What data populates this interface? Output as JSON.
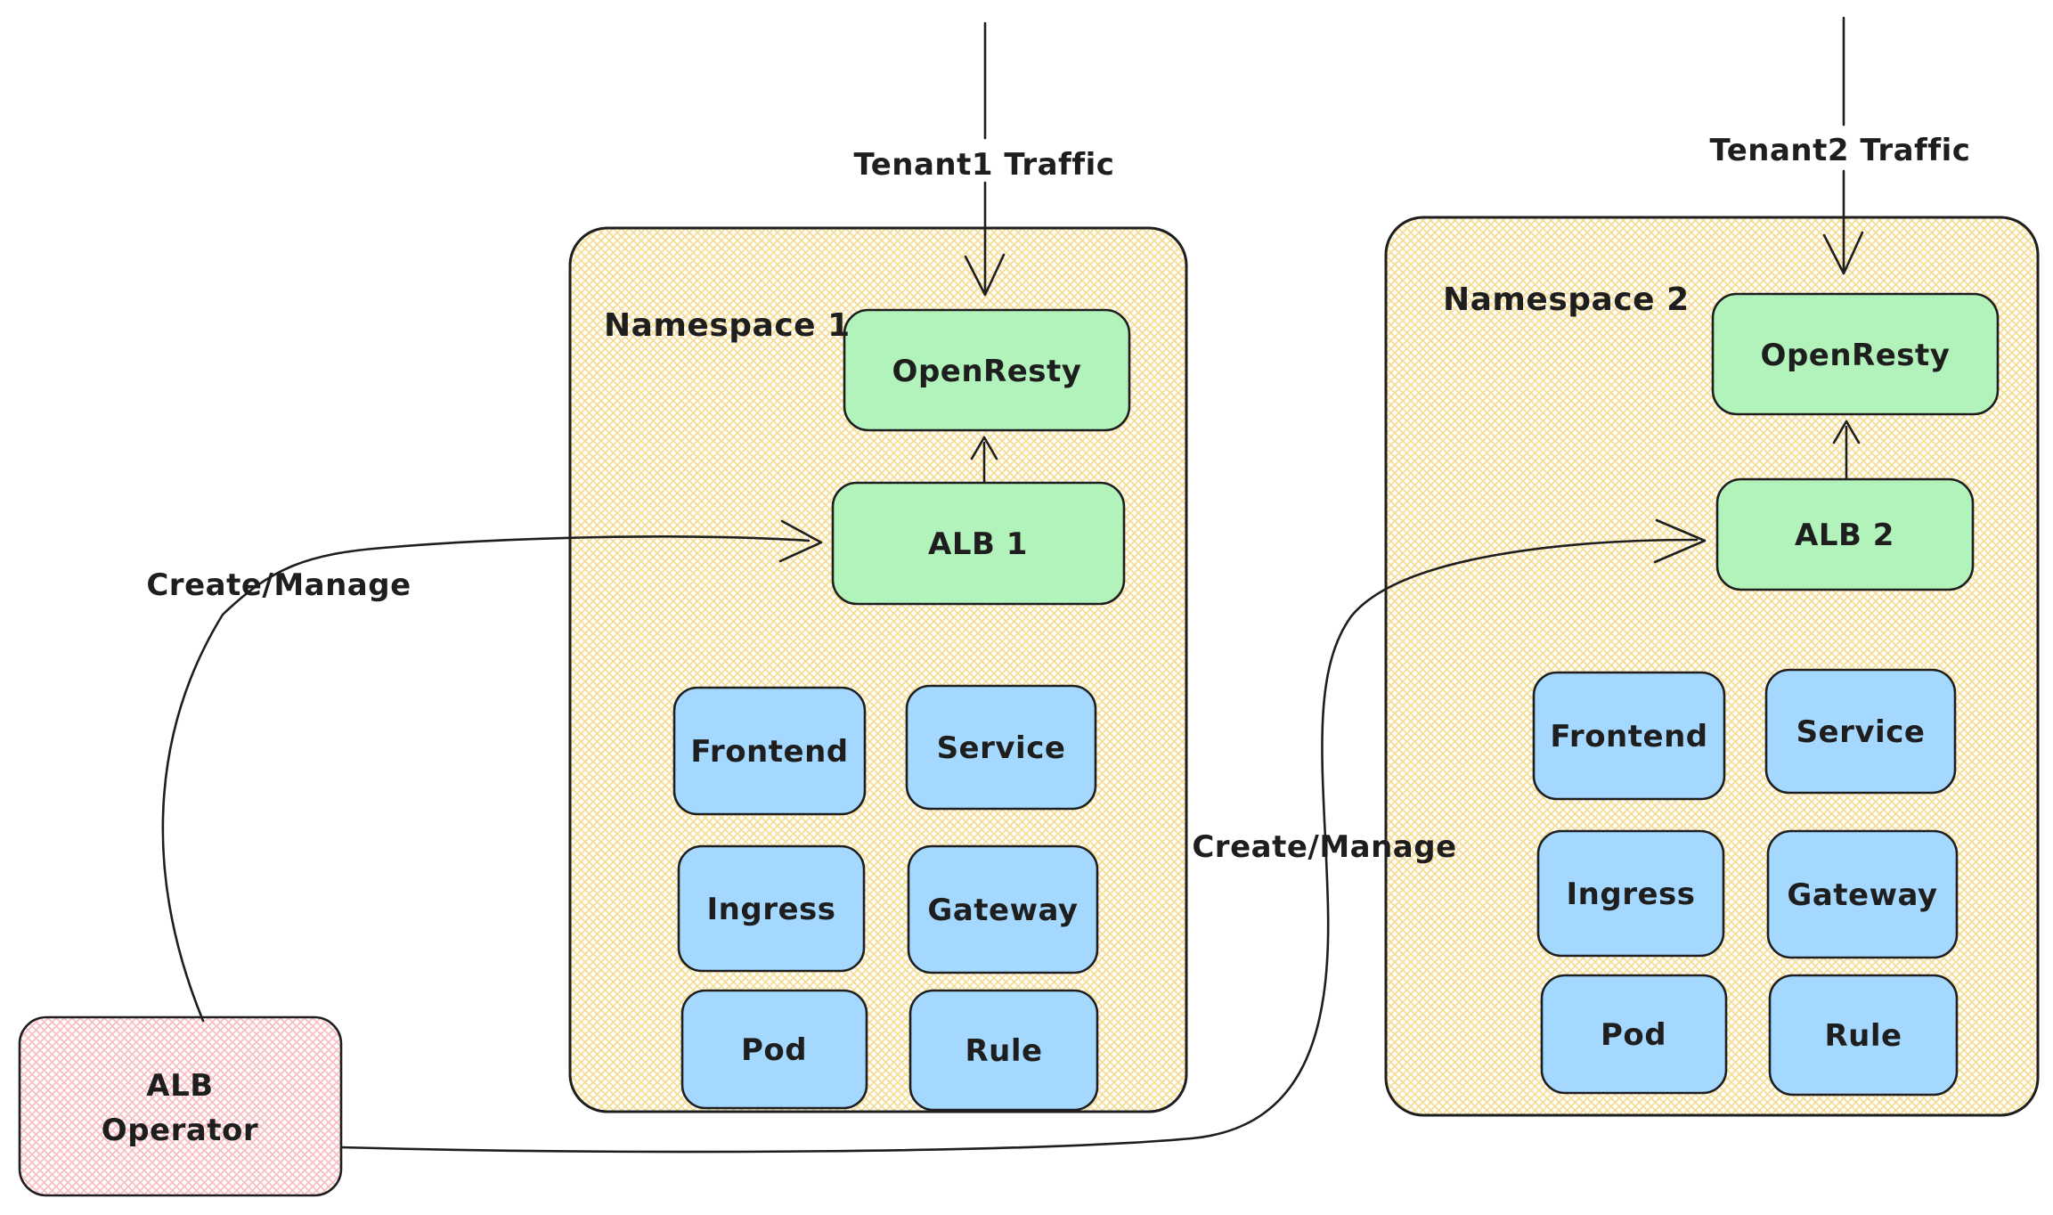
{
  "colors": {
    "background": "#ffffff",
    "stroke": "#1e1e1e",
    "text": "#1e1e1e",
    "namespace_hatch": "#f6dd96",
    "operator_hatch": "#f8bfc3",
    "green": "#b2f2bb",
    "blue": "#a5d8ff"
  },
  "external": {
    "tenant1_label": "Tenant1 Traffic",
    "tenant2_label": "Tenant2 Traffic",
    "create_manage_left": "Create/Manage",
    "create_manage_right": "Create/Manage"
  },
  "operator": {
    "line1": "ALB",
    "line2": "Operator"
  },
  "namespace1": {
    "title": "Namespace 1",
    "openresty": "OpenResty",
    "alb": "ALB 1",
    "resources": [
      "Frontend",
      "Service",
      "Ingress",
      "Gateway",
      "Pod",
      "Rule"
    ]
  },
  "namespace2": {
    "title": "Namespace 2",
    "openresty": "OpenResty",
    "alb": "ALB 2",
    "resources": [
      "Frontend",
      "Service",
      "Ingress",
      "Gateway",
      "Pod",
      "Rule"
    ]
  }
}
